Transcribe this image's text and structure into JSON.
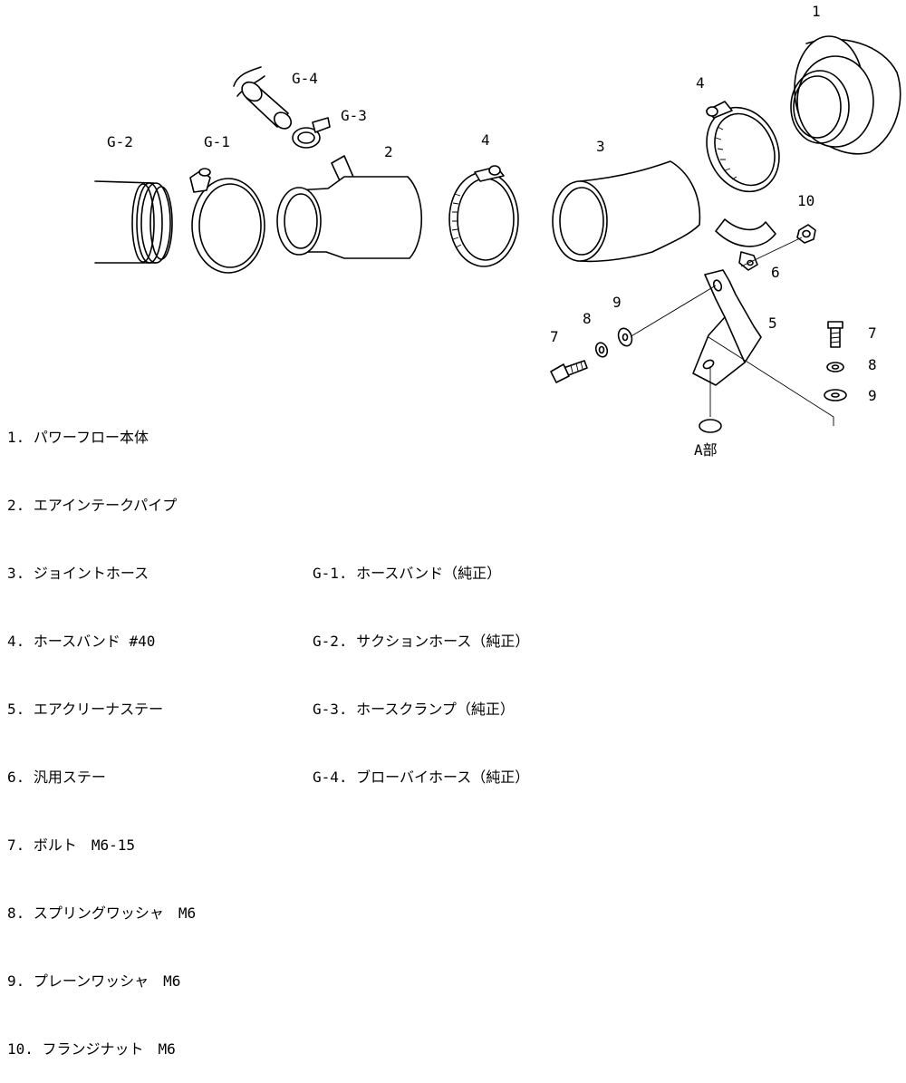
{
  "labels": {
    "part_1": "1",
    "part_2": "2",
    "part_3": "3",
    "part_4_left": "4",
    "part_4_right": "4",
    "part_5": "5",
    "part_6": "6",
    "part_7_left": "7",
    "part_7_right": "7",
    "part_8_left": "8",
    "part_8_right": "8",
    "part_9_left": "9",
    "part_9_right": "9",
    "part_10": "10",
    "g1": "G-1",
    "g2": "G-2",
    "g3": "G-3",
    "g4": "G-4",
    "a_part": "A部"
  },
  "legend_parts": [
    "1. パワーフロー本体",
    "2. エアインテークパイプ",
    "3. ジョイントホース",
    "4. ホースバンド #40",
    "5. エアクリーナステー",
    "6. 汎用ステー",
    "7. ボルト　M6-15",
    "8. スプリングワッシャ　M6",
    "9. プレーンワッシャ　M6",
    "10. フランジナット　M6"
  ],
  "legend_genuine": [
    "G-1. ホースバンド（純正）",
    "G-2. サクションホース（純正）",
    "G-3. ホースクランプ（純正）",
    "G-4. ブローバイホース（純正）"
  ]
}
